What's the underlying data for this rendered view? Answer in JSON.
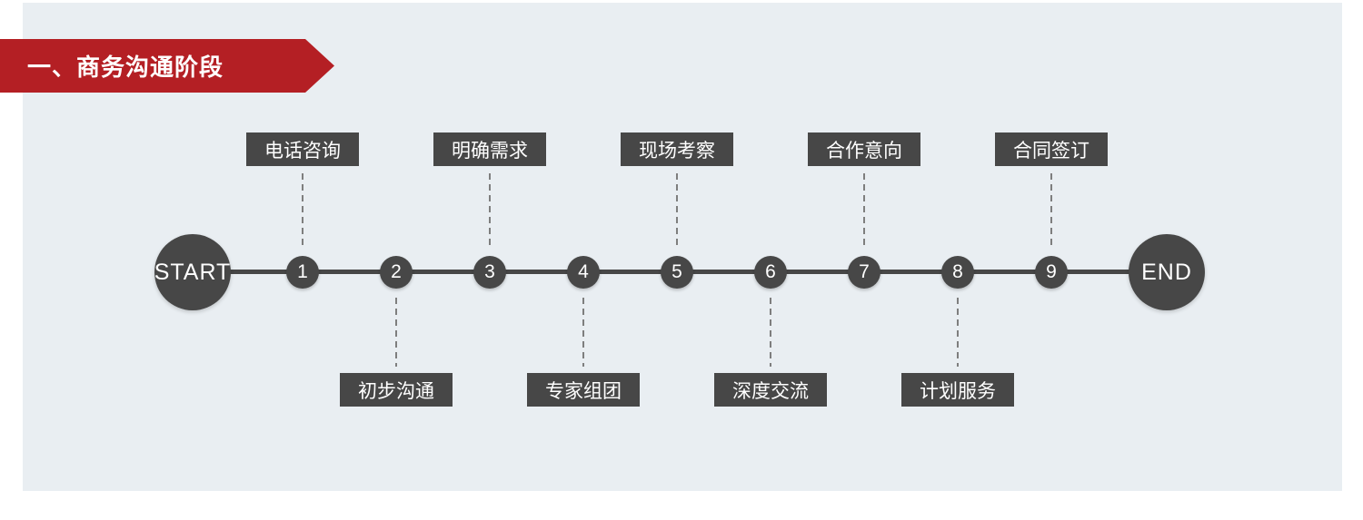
{
  "theme": {
    "accent-red": "#b41f24",
    "node-dark": "#474747",
    "panel-bg": "#e9eef2",
    "page-bg": "#ffffff",
    "connector-gray": "#7e7e7e",
    "text-light": "#ffffff"
  },
  "banner": {
    "title": "一、商务沟通阶段"
  },
  "timeline": {
    "start_label": "START",
    "end_label": "END",
    "steps": [
      {
        "number": "1",
        "label": "电话咨询",
        "label_position": "top"
      },
      {
        "number": "2",
        "label": "初步沟通",
        "label_position": "bottom"
      },
      {
        "number": "3",
        "label": "明确需求",
        "label_position": "top"
      },
      {
        "number": "4",
        "label": "专家组团",
        "label_position": "bottom"
      },
      {
        "number": "5",
        "label": "现场考察",
        "label_position": "top"
      },
      {
        "number": "6",
        "label": "深度交流",
        "label_position": "bottom"
      },
      {
        "number": "7",
        "label": "合作意向",
        "label_position": "top"
      },
      {
        "number": "8",
        "label": "计划服务",
        "label_position": "bottom"
      },
      {
        "number": "9",
        "label": "合同签订",
        "label_position": "top"
      }
    ]
  }
}
